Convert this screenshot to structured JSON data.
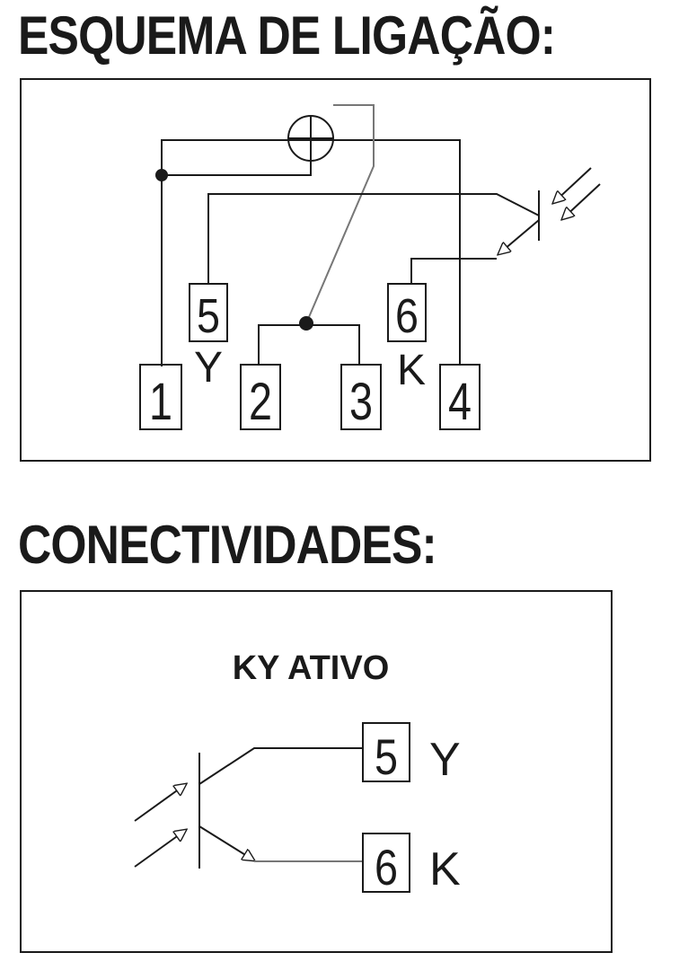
{
  "headings": {
    "wiring": "ESQUEMA DE LIGAÇÃO:",
    "connectivity": "CONECTIVIDADES:"
  },
  "wiring_diagram": {
    "terminals": [
      "1",
      "2",
      "3",
      "4",
      "5",
      "6"
    ],
    "labels": {
      "y": "Y",
      "k": "K"
    }
  },
  "connectivity_diagram": {
    "mode_title": "KY ATIVO",
    "terminals": [
      "5",
      "6"
    ],
    "labels": {
      "y": "Y",
      "k": "K"
    }
  },
  "colors": {
    "line": "#1a1a1a",
    "wire_gray": "#777777"
  }
}
